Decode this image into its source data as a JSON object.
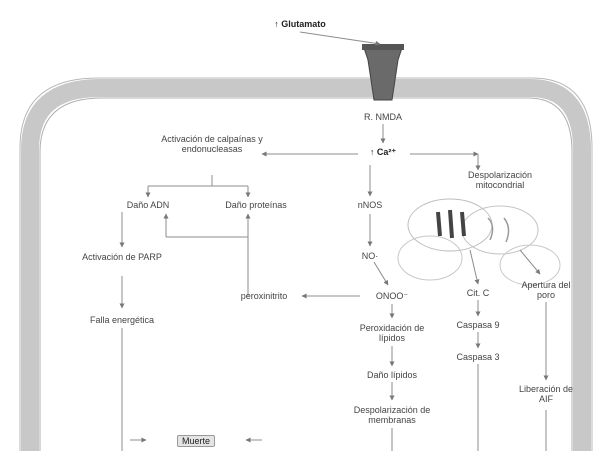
{
  "diagram": {
    "labels": {
      "stimulus": "↑ Glutamato",
      "receptor": "R. NMDA",
      "calcium": "↑ Ca²⁺",
      "enzymes": "Activación de calpaínas y endonucleasas",
      "mito": "Despolarización mitocondrial",
      "dna_damage": "Daño ADN",
      "membrane_damage": "Daño proteínas",
      "nnos": "nNOS",
      "no": "NO·",
      "parp": "Activación de PARP",
      "energy": "Falla energética",
      "peroxynitrite": "peroxinitrito",
      "onoo": "ONOO⁻",
      "lipid_perox": "Peroxidación de lípidos",
      "cyt_c": "Cit. C",
      "pore": "Apertura del poro",
      "lipid_damage": "Daño lípidos",
      "caspase9": "Caspasa 9",
      "caspase3": "Caspasa 3",
      "membrane_depol": "Despolarización de membranas",
      "aif": "Liberación de AIF",
      "death": "Muerte"
    }
  }
}
